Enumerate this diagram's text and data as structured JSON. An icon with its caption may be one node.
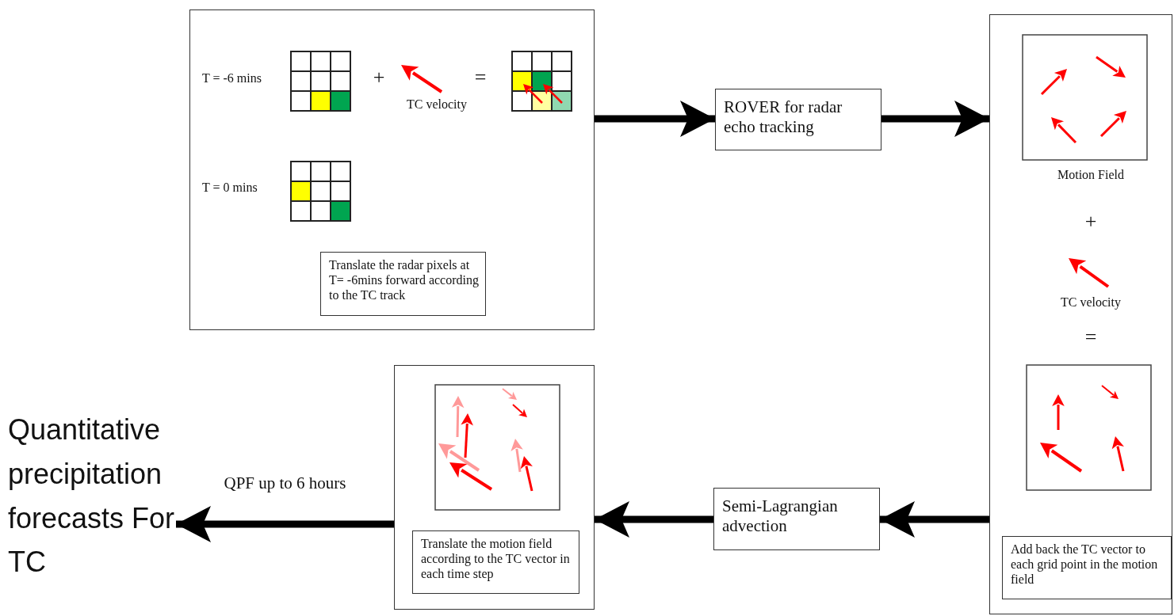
{
  "diagram": {
    "nodes": [
      {
        "text": [
          "T = -6 mins",
          "+",
          "TC velocity",
          "=",
          "T = 0 mins"
        ]
      },
      {
        "text": [
          "Translate the radar pixels at T= -6mins forward according to the TC track"
        ],
        "in": 0
      },
      {
        "text": [
          "ROVER for radar echo tracking"
        ]
      },
      {
        "text": [
          "Motion Field",
          "+",
          "TC velocity",
          "="
        ]
      },
      {
        "text": [
          "Add back the TC vector to each grid point in the motion field"
        ],
        "in": 3
      },
      {
        "text": [
          "Semi-Lagrangian advection"
        ]
      },
      {
        "text": [],
        "shape": "box"
      },
      {
        "text": [
          "Translate the motion field according to the TC vector in each time step"
        ],
        "in": 6
      },
      {
        "text": [
          "Quantitative precipitation forecasts For TC"
        ]
      }
    ],
    "edges": [
      {
        "from": 0,
        "to": 2,
        "arrow": "to"
      },
      {
        "from": 2,
        "to": 3,
        "arrow": "to"
      },
      {
        "from": 3,
        "to": 5,
        "arrow": "to"
      },
      {
        "from": 5,
        "to": 6,
        "arrow": "to"
      },
      {
        "from": 6,
        "to": 8,
        "arrow": "to",
        "label": "QPF up to 6 hours"
      }
    ]
  }
}
